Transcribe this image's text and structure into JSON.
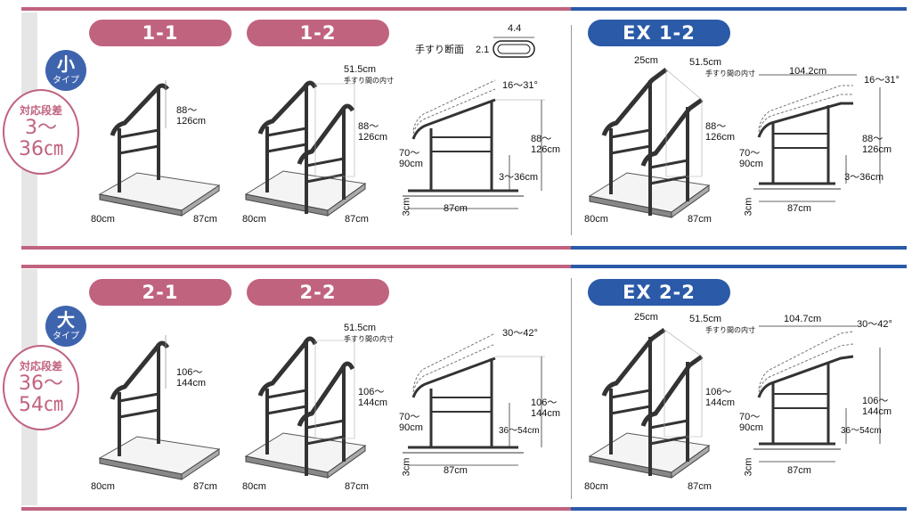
{
  "top": {
    "small_type": {
      "glyph": "小",
      "word": "タイプ"
    },
    "step_label": "対応段差",
    "step_range_line1": "3〜",
    "step_range_line2": "36㎝",
    "model_1_1": "1-1",
    "model_1_2": "1-2",
    "model_ex_1_2": "EX 1-2",
    "cross_section": {
      "label": "手すり断面",
      "width": "4.4",
      "height": "2.1"
    },
    "dims": {
      "height": "88〜\n126cm",
      "depth": "80cm",
      "width": "87cm",
      "rail_gap": "51.5cm",
      "rail_gap_note": "手すり間の内寸",
      "angle": "16〜31°",
      "grip_height": "70〜\n90cm",
      "step": "3〜36cm",
      "base": "3cm",
      "ex_top": "25cm",
      "ex_length": "104.2cm"
    }
  },
  "bottom": {
    "large_type": {
      "glyph": "大",
      "word": "タイプ"
    },
    "step_label": "対応段差",
    "step_range_line1": "36〜",
    "step_range_line2": "54㎝",
    "model_2_1": "2-1",
    "model_2_2": "2-2",
    "model_ex_2_2": "EX 2-2",
    "dims": {
      "height": "106〜\n144cm",
      "depth": "80cm",
      "width": "87cm",
      "rail_gap": "51.5cm",
      "rail_gap_note": "手すり間の内寸",
      "angle": "30〜42°",
      "grip_height": "70〜\n90cm",
      "step": "36〜54cm",
      "base": "3cm",
      "ex_top": "25cm",
      "ex_length": "104.7cm"
    }
  },
  "colors": {
    "pink": "#c0637f",
    "blue": "#2a5aa8"
  }
}
